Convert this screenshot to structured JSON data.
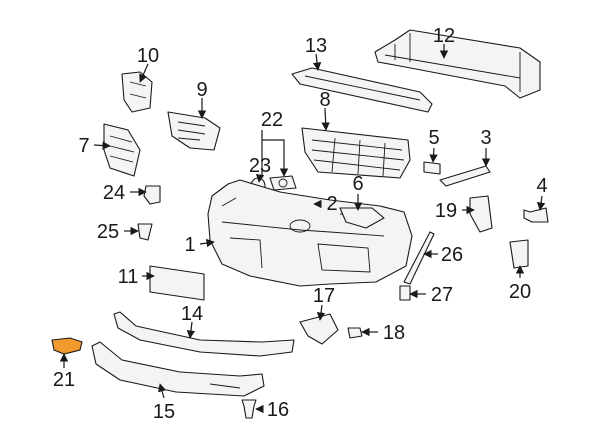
{
  "diagram": {
    "callouts": {
      "c1": "1",
      "c2": "2",
      "c3": "3",
      "c4": "4",
      "c5": "5",
      "c6": "6",
      "c7": "7",
      "c8": "8",
      "c9": "9",
      "c10": "10",
      "c11": "11",
      "c12": "12",
      "c13": "13",
      "c14": "14",
      "c15": "15",
      "c16": "16",
      "c17": "17",
      "c18": "18",
      "c19": "19",
      "c20": "20",
      "c21": "21",
      "c22": "22",
      "c23": "23",
      "c24": "24",
      "c25": "25",
      "c26": "26",
      "c27": "27"
    },
    "highlight_color": "#f29a2e",
    "line_color": "#1a1a1a"
  }
}
